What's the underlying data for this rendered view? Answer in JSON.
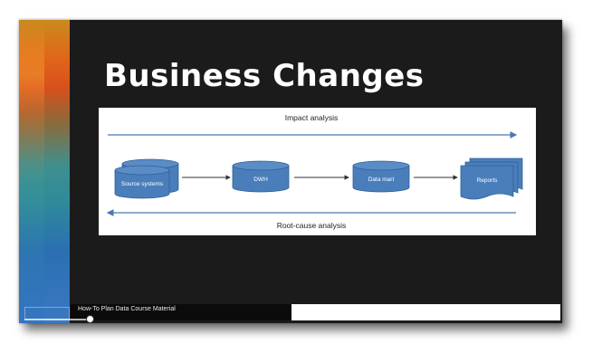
{
  "slide": {
    "title": "Business Changes"
  },
  "diagram": {
    "top_label": "Impact analysis",
    "bottom_label": "Root-cause analysis",
    "nodes": {
      "source": "Source systems",
      "dwh": "DWH",
      "datamart": "Data mart",
      "reports": "Reports"
    },
    "colors": {
      "node_fill": "#4a7ebb",
      "node_stroke": "#2f5f98",
      "arrow": "#4a79b0"
    }
  },
  "video": {
    "caption": "How-To Plan Data Course Material"
  }
}
